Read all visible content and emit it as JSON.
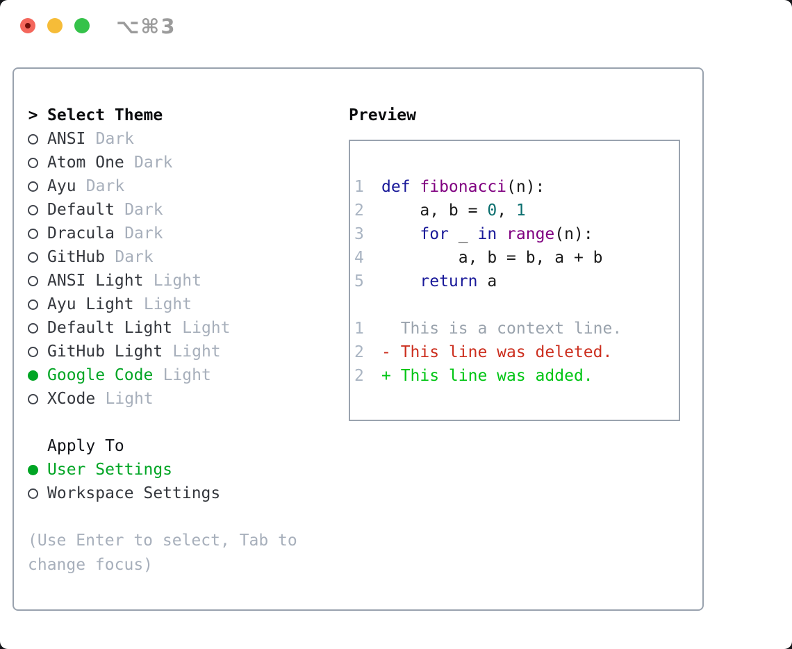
{
  "window": {
    "shortcut_label": "⌥⌘3"
  },
  "theme_list": {
    "cursor": ">",
    "title": "Select Theme",
    "items": [
      {
        "name": "ANSI",
        "variant": "Dark",
        "selected": false
      },
      {
        "name": "Atom One",
        "variant": "Dark",
        "selected": false
      },
      {
        "name": "Ayu",
        "variant": "Dark",
        "selected": false
      },
      {
        "name": "Default",
        "variant": "Dark",
        "selected": false
      },
      {
        "name": "Dracula",
        "variant": "Dark",
        "selected": false
      },
      {
        "name": "GitHub",
        "variant": "Dark",
        "selected": false
      },
      {
        "name": "ANSI Light",
        "variant": "Light",
        "selected": false
      },
      {
        "name": "Ayu Light",
        "variant": "Light",
        "selected": false
      },
      {
        "name": "Default Light",
        "variant": "Light",
        "selected": false
      },
      {
        "name": "GitHub Light",
        "variant": "Light",
        "selected": false
      },
      {
        "name": "Google Code",
        "variant": "Light",
        "selected": true
      },
      {
        "name": "XCode",
        "variant": "Light",
        "selected": false
      }
    ]
  },
  "apply_to": {
    "title": "Apply To",
    "options": [
      {
        "label": "User Settings",
        "selected": true
      },
      {
        "label": "Workspace Settings",
        "selected": false
      }
    ]
  },
  "hint": "(Use Enter to select, Tab to change focus)",
  "preview": {
    "title": "Preview",
    "code": [
      {
        "num": "1",
        "tokens": [
          {
            "c": "kw",
            "t": "def "
          },
          {
            "c": "fn",
            "t": "fibonacci"
          },
          {
            "c": "pl",
            "t": "(n):"
          }
        ]
      },
      {
        "num": "2",
        "tokens": [
          {
            "c": "pl",
            "t": "    a, b = "
          },
          {
            "c": "lit",
            "t": "0"
          },
          {
            "c": "pl",
            "t": ", "
          },
          {
            "c": "lit",
            "t": "1"
          }
        ]
      },
      {
        "num": "3",
        "tokens": [
          {
            "c": "pl",
            "t": "    "
          },
          {
            "c": "kw",
            "t": "for"
          },
          {
            "c": "pl",
            "t": " _ "
          },
          {
            "c": "kw",
            "t": "in"
          },
          {
            "c": "pl",
            "t": " "
          },
          {
            "c": "fn",
            "t": "range"
          },
          {
            "c": "pl",
            "t": "(n):"
          }
        ]
      },
      {
        "num": "4",
        "tokens": [
          {
            "c": "pl",
            "t": "        a, b = b, a + b"
          }
        ]
      },
      {
        "num": "5",
        "tokens": [
          {
            "c": "pl",
            "t": "    "
          },
          {
            "c": "kw",
            "t": "return"
          },
          {
            "c": "pl",
            "t": " a"
          }
        ]
      }
    ],
    "diff": [
      {
        "num": "1",
        "kind": "ctx",
        "text": "  This is a context line."
      },
      {
        "num": "2",
        "kind": "del",
        "text": "- This line was deleted."
      },
      {
        "num": "2",
        "kind": "add",
        "text": "+ This line was added."
      }
    ]
  },
  "colors": {
    "selected_green": "#00a524",
    "added_green": "#00c514",
    "deleted_red": "#cc2f1f",
    "keyword_blue": "#191999",
    "function_purple": "#800080",
    "literal_teal": "#0a6e6e",
    "muted_gray": "#a7afbb",
    "border_gray": "#99a2ae",
    "traffic_red": "#f4675c",
    "traffic_yellow": "#f6bc38",
    "traffic_green": "#35c24a"
  }
}
